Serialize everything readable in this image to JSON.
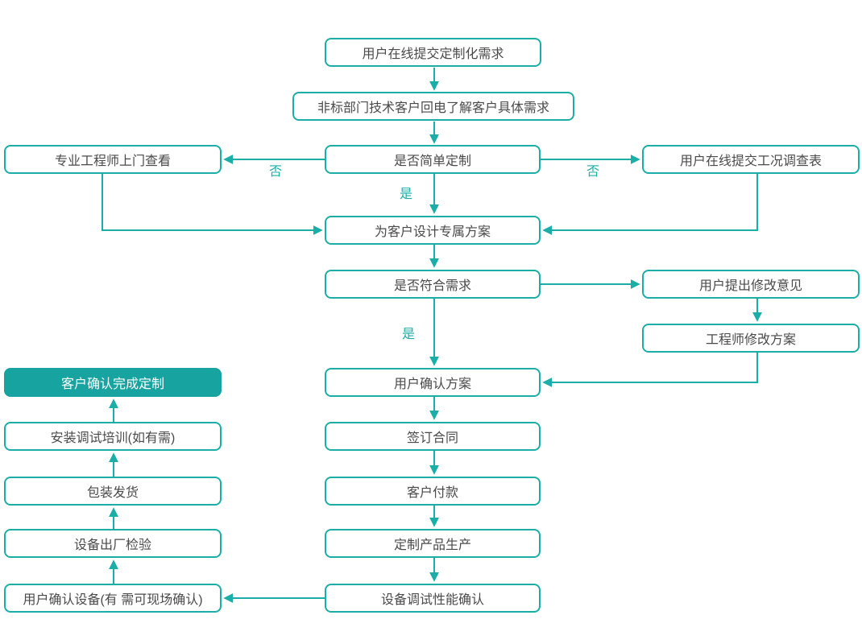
{
  "diagram": {
    "colors": {
      "accent": "#1BAEA7",
      "fill": "#17A3A0",
      "text": "#4A4A4A"
    },
    "nodes": {
      "submit_requirements": "用户在线提交定制化需求",
      "callback": "非标部门技术客户回电了解客户具体需求",
      "engineer_visit": "专业工程师上门查看",
      "simple_custom": "是否简单定制",
      "survey_form": "用户在线提交工况调查表",
      "design_plan": "为客户设计专属方案",
      "meets_needs": "是否符合需求",
      "feedback": "用户提出修改意见",
      "revise_plan": "工程师修改方案",
      "confirm_plan": "用户确认方案",
      "sign_contract": "签订合同",
      "payment": "客户付款",
      "production": "定制产品生产",
      "debug_confirm": "设备调试性能确认",
      "complete": "客户确认完成定制",
      "install_training": "安装调试培训(如有需)",
      "shipping": "包装发货",
      "factory_inspection": "设备出厂检验",
      "confirm_device": "用户确认设备(有 需可现场确认)"
    },
    "edge_labels": {
      "no_left": "否",
      "no_right": "否",
      "yes_simple": "是",
      "yes_meets": "是"
    }
  }
}
